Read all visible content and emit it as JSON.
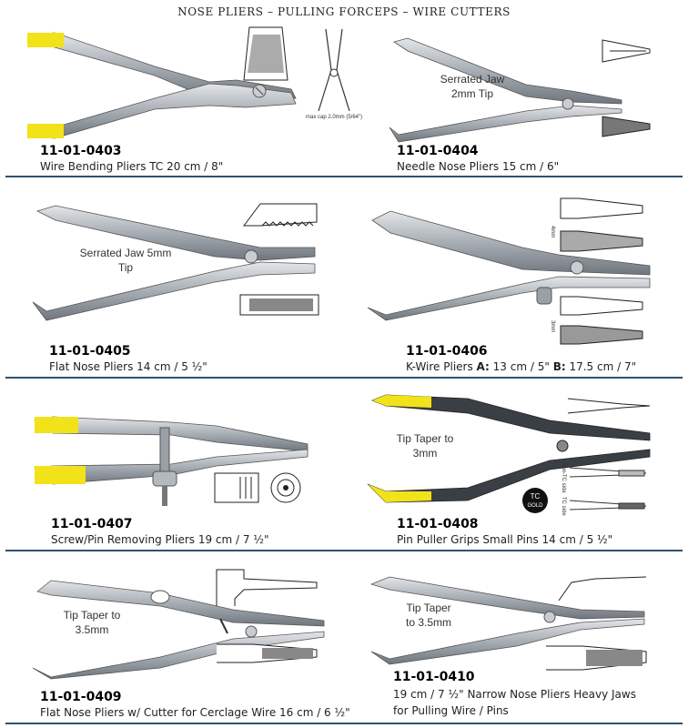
{
  "header": {
    "title": "NOSE PLIERS – PULLING FORCEPS – WIRE CUTTERS"
  },
  "products": [
    {
      "code": "11-01-0403",
      "desc": "Wire Bending Pliers TC 20 cm / 8\"",
      "callout": "",
      "detail_note": "max cap 2.0mm (5/64\")"
    },
    {
      "code": "11-01-0404",
      "desc": "Needle Nose Pliers 15 cm / 6\"",
      "callout": "Serrated Jaw 2mm Tip"
    },
    {
      "code": "11-01-0405",
      "desc": "Flat Nose Pliers 14 cm / 5 ½\"",
      "callout": "Serrated Jaw 5mm Tip"
    },
    {
      "code": "11-01-0406",
      "desc_prefix": "K-Wire Pliers ",
      "desc_a_label": "A:",
      "desc_a": " 13 cm / 5\" ",
      "desc_b_label": "B:",
      "desc_b": " 17.5 cm / 7\"",
      "tip_a": "4mm",
      "tip_b": "3mm"
    },
    {
      "code": "11-01-0407",
      "desc": "Screw/Pin Removing Pliers 19 cm / 7 ½\""
    },
    {
      "code": "11-01-0408",
      "desc": "Pin Puller Grips Small Pins 14 cm / 5 ½\"",
      "callout": "Tip Taper to 3mm",
      "badge_top": "TC",
      "badge_bottom": "GOLD",
      "side_a": "Non-TC side",
      "side_b": "TC side"
    },
    {
      "code": "11-01-0409",
      "desc": "Flat Nose Pliers w/ Cutter for Cerclage Wire 16 cm / 6 ½\"",
      "callout": "Tip Taper to 3.5mm"
    },
    {
      "code": "11-01-0410",
      "desc_line1": "19 cm / 7 ½\" Narrow Nose Pliers Heavy Jaws",
      "desc_line2": "for Pulling Wire / Pins",
      "callout": "Tip Taper to 3.5mm"
    }
  ],
  "colors": {
    "divider": "#2f5070",
    "steel": "#b9bec4",
    "steel_dark": "#7c838b",
    "tc_yellow": "#f2e21a",
    "handle_dark": "#3a3f45"
  }
}
